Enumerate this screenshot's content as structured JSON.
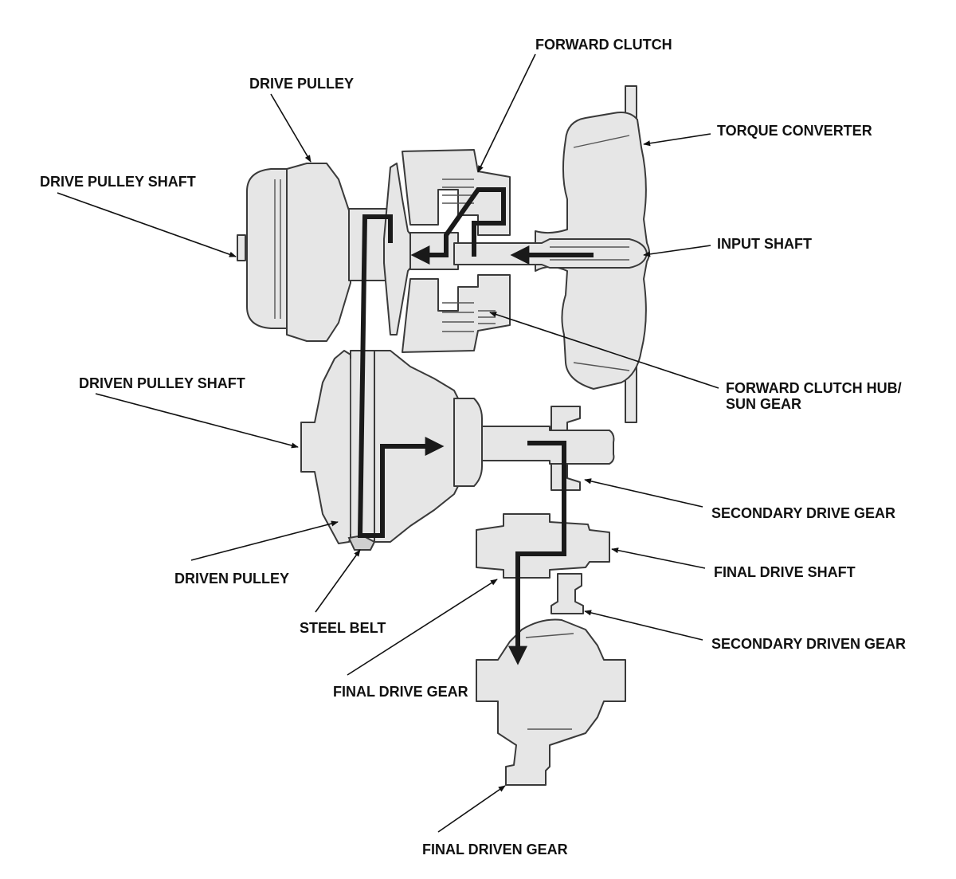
{
  "labels": {
    "forward_clutch": "FORWARD CLUTCH",
    "drive_pulley": "DRIVE PULLEY",
    "torque_converter": "TORQUE CONVERTER",
    "drive_pulley_shaft": "DRIVE PULLEY SHAFT",
    "input_shaft": "INPUT SHAFT",
    "forward_clutch_hub_line1": "FORWARD CLUTCH HUB/",
    "forward_clutch_hub_line2": "SUN GEAR",
    "driven_pulley_shaft": "DRIVEN PULLEY SHAFT",
    "secondary_drive_gear": "SECONDARY DRIVE GEAR",
    "final_drive_shaft": "FINAL DRIVE SHAFT",
    "driven_pulley": "DRIVEN PULLEY",
    "steel_belt": "STEEL BELT",
    "secondary_driven_gear": "SECONDARY DRIVEN GEAR",
    "final_drive_gear": "FINAL DRIVE GEAR",
    "final_driven_gear": "FINAL DRIVEN GEAR"
  },
  "colors": {
    "part_fill": "#e6e6e6",
    "outline": "#3a3a3a",
    "flow_arrow": "#1a1a1a",
    "label_text": "#111111"
  }
}
